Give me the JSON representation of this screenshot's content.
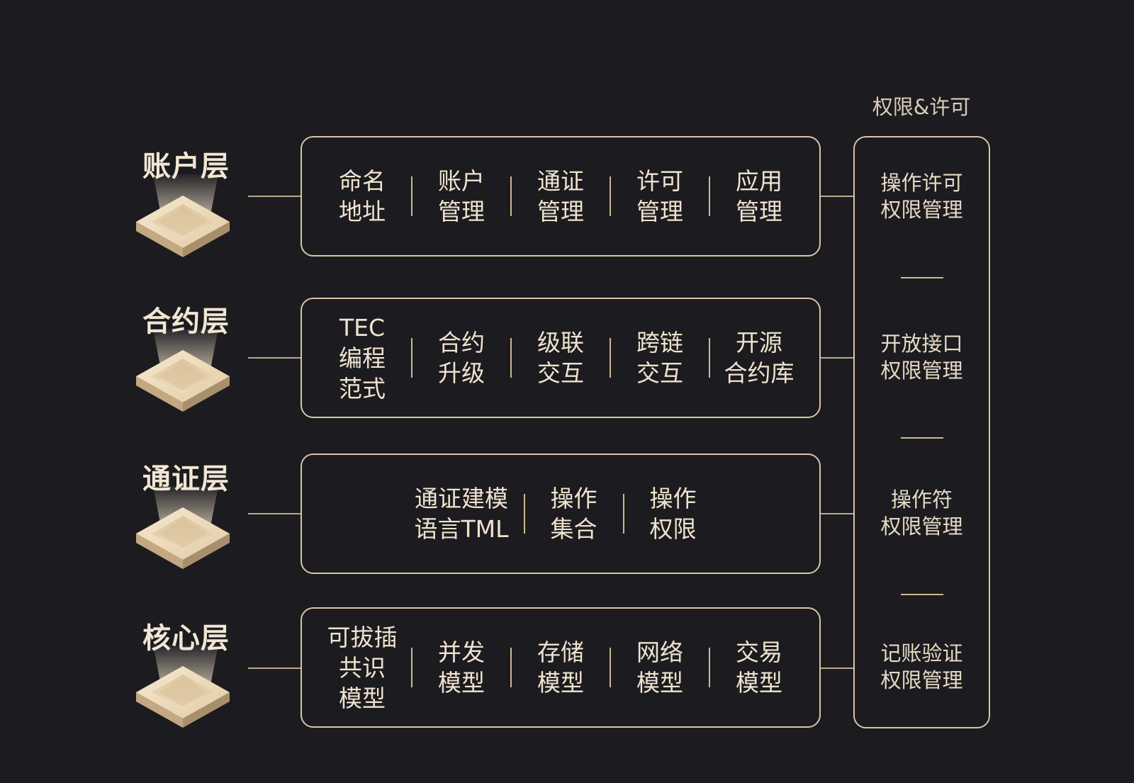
{
  "permission_column": {
    "title": "权限&许可",
    "items": [
      "操作许可\n权限管理",
      "开放接口\n权限管理",
      "操作符\n权限管理",
      "记账验证\n权限管理"
    ]
  },
  "layers": [
    {
      "name": "账户层",
      "cells": [
        "命名\n地址",
        "账户\n管理",
        "通证\n管理",
        "许可\n管理",
        "应用\n管理"
      ]
    },
    {
      "name": "合约层",
      "cells": [
        "TEC\n编程\n范式",
        "合约\n升级",
        "级联\n交互",
        "跨链\n交互",
        "开源\n合约库"
      ]
    },
    {
      "name": "通证层",
      "cells": [
        "通证建模\n语言TML",
        "操作\n集合",
        "操作\n权限"
      ]
    },
    {
      "name": "核心层",
      "cells": [
        "可拔插\n共识\n模型",
        "并发\n模型",
        "存储\n模型",
        "网络\n模型",
        "交易\n模型"
      ]
    }
  ],
  "colors": {
    "background": "#1c1b1f",
    "line": "#d8c5a8",
    "text": "#efe3cf",
    "icon_top": "#efdcbd",
    "icon_side": "#c9b08c"
  }
}
